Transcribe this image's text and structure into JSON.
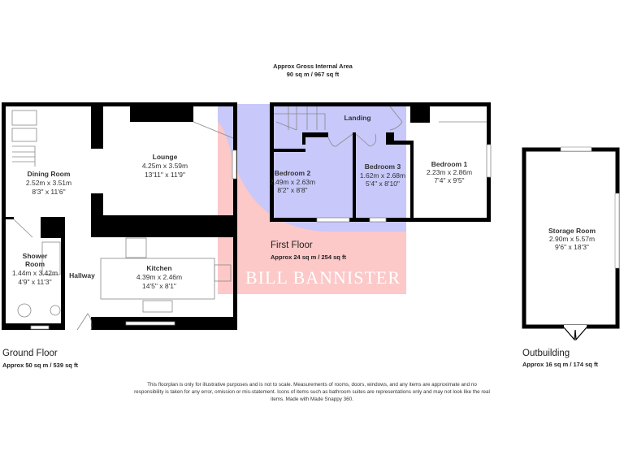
{
  "header": {
    "title": "Approx Gross Internal Area",
    "total": "90 sq m / 967 sq ft"
  },
  "watermark": {
    "text_line1": "BILL",
    "text_line2": "BANNISTER",
    "colors": {
      "blue": "#c8c8fa",
      "red": "#fcc8c8"
    }
  },
  "floors": {
    "ground": {
      "name": "Ground Floor",
      "area": "Approx 50 sq m / 539 sq ft"
    },
    "first": {
      "name": "First Floor",
      "area": "Approx 24 sq m / 254 sq ft"
    },
    "outbuilding": {
      "name": "Outbuilding",
      "area": "Approx 16 sq m / 174 sq ft"
    }
  },
  "rooms": {
    "lounge": {
      "name": "Lounge",
      "metric": "4.25m x 3.59m",
      "imperial": "13'11\" x 11'9\""
    },
    "dining": {
      "name": "Dining Room",
      "metric": "2.52m x 3.51m",
      "imperial": "8'3\" x 11'6\""
    },
    "shower": {
      "name_1": "Shower",
      "name_2": "Room",
      "metric": "1.44m x 3.42m",
      "imperial": "4'9\" x 11'3\""
    },
    "hallway": {
      "name": "Hallway"
    },
    "kitchen": {
      "name": "Kitchen",
      "metric": "4.39m x 2.46m",
      "imperial": "14'5\" x 8'1\""
    },
    "landing": {
      "name": "Landing"
    },
    "bedroom2": {
      "name": "Bedroom 2",
      "metric": "2.49m x 2.63m",
      "imperial": "8'2\" x 8'8\""
    },
    "bedroom3": {
      "name": "Bedroom 3",
      "metric": "1.62m x 2.68m",
      "imperial": "5'4\" x 8'10\""
    },
    "bedroom1": {
      "name": "Bedroom 1",
      "metric": "2.23m x 2.86m",
      "imperial": "7'4\" x 9'5\""
    },
    "storage": {
      "name": "Storage Room",
      "metric": "2.90m x 5.57m",
      "imperial": "9'6\" x 18'3\""
    }
  },
  "disclaimer": "This floorplan is only for illustrative purposes and is not to scale. Measurements of rooms, doors, windows, and any items are approximate and no responsibility is taken for any error, omission or mis-statement. Icons of items such as bathroom suites are representations only and may not look like the real items. Made with Made Snappy 360."
}
